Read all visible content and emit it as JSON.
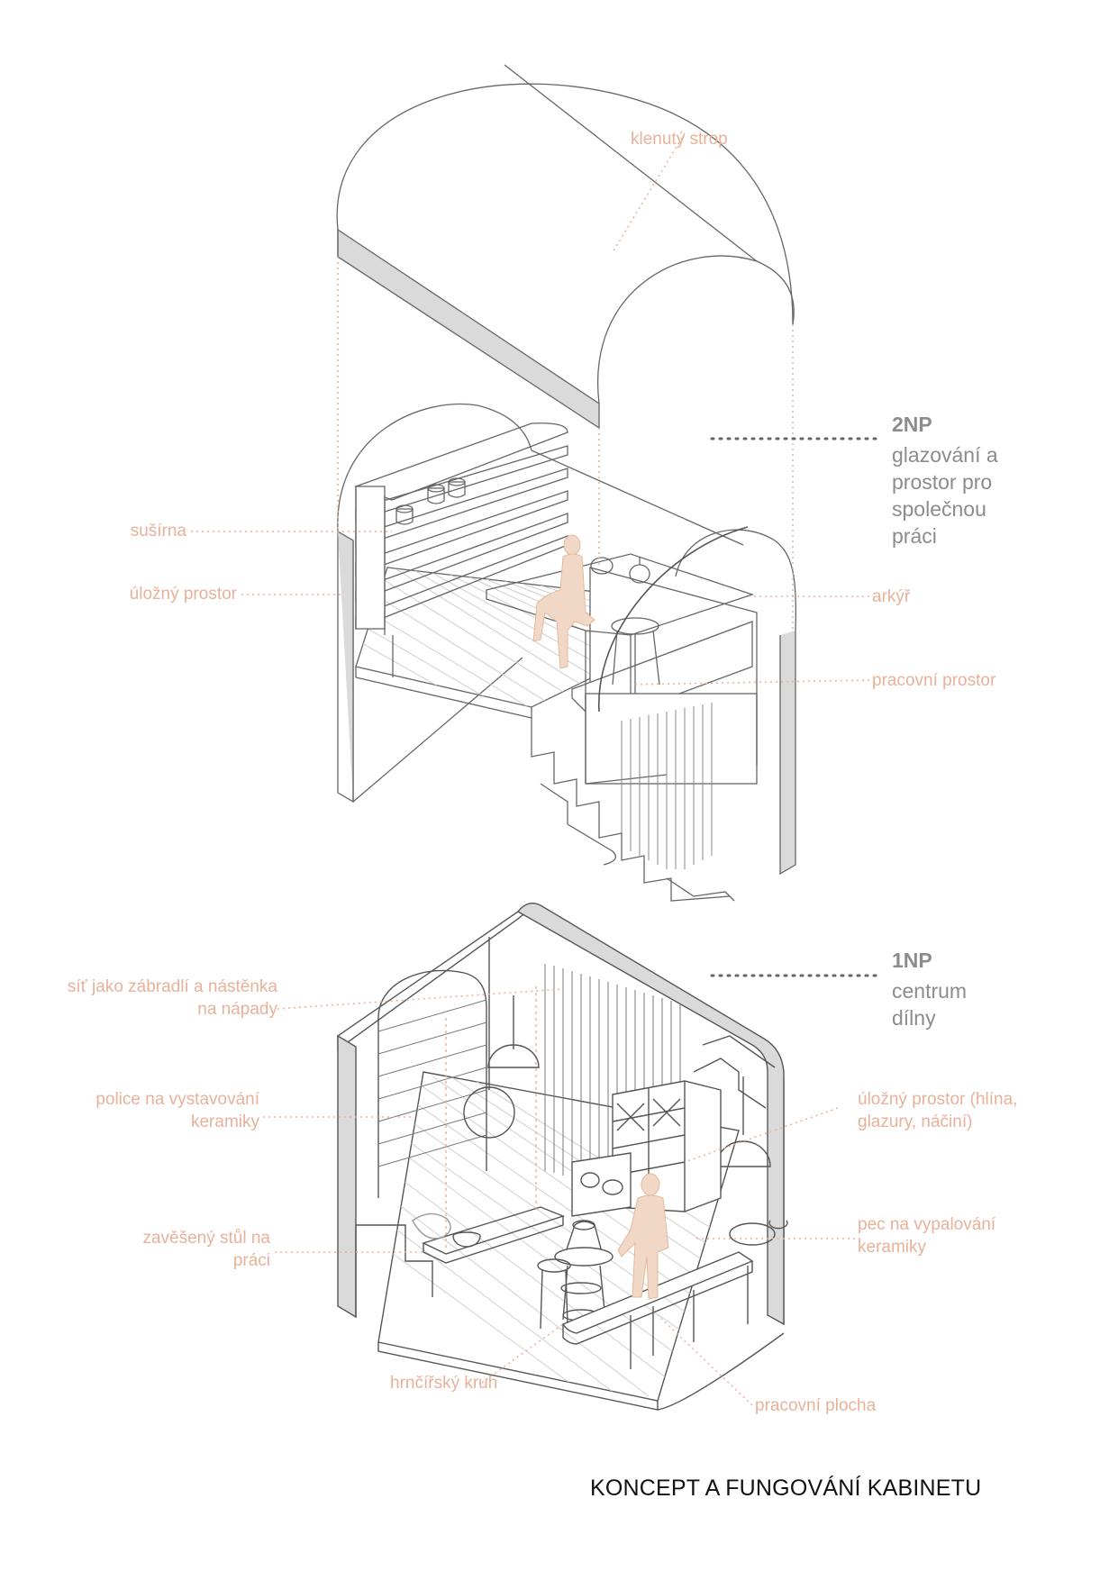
{
  "title": "KONCEPT A FUNGOVÁNÍ KABINETU",
  "levels": [
    {
      "code": "2NP",
      "description": "glazování a\nprostor pro\nspolečnou\npráci"
    },
    {
      "code": "1NP",
      "description": "centrum\ndílny"
    }
  ],
  "labels_2np": {
    "vault": "klenutý strop",
    "drying": "sušírna",
    "storage": "úložný prostor",
    "bay": "arkýř",
    "workspace": "pracovní prostor"
  },
  "labels_1np": {
    "net": "síť jako zábradlí a nástěnka\nna nápady",
    "shelves": "police na vystavování\nkeramiky",
    "table": "zavěšený stůl na\npráci",
    "wheel": "hrnčířský kruh",
    "storage": "úložný prostor (hlína,\nglazury, náčiní)",
    "kiln": "pec na vypalování\nkeramiky",
    "surface": "pracovní plocha"
  },
  "colors": {
    "line": "#666666",
    "accent": "#e8b19a",
    "wall_fill": "#dadada",
    "figure": "#f1d8c6",
    "level_text": "#8c8c8c",
    "title_text": "#111111"
  }
}
